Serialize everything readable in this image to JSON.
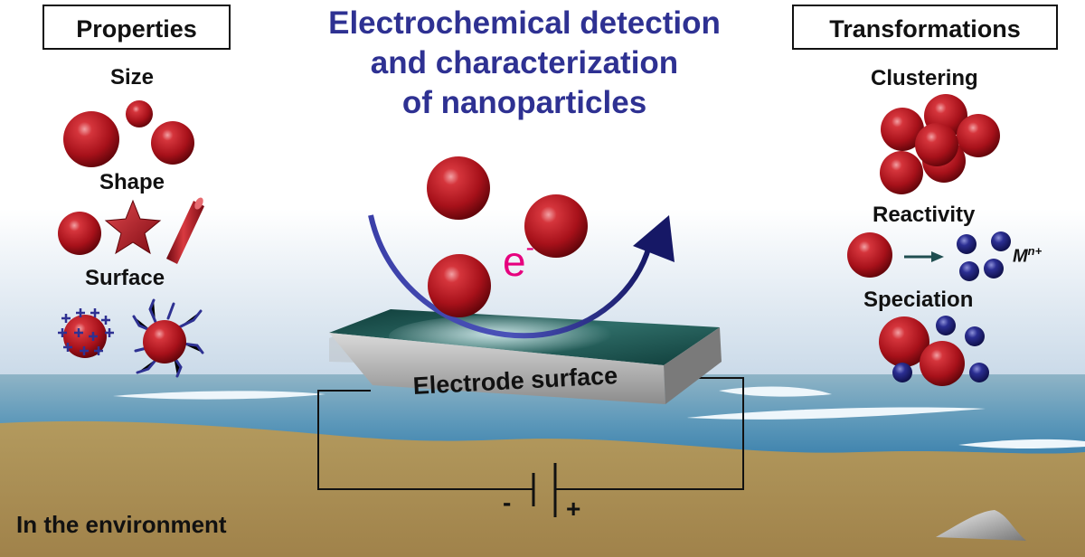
{
  "title_lines": [
    "Electrochemical detection",
    "and characterization",
    "of nanoparticles"
  ],
  "properties": {
    "header": "Properties",
    "size_label": "Size",
    "shape_label": "Shape",
    "surface_label": "Surface"
  },
  "transformations": {
    "header": "Transformations",
    "clustering_label": "Clustering",
    "reactivity_label": "Reactivity",
    "speciation_label": "Speciation",
    "ion_base": "M",
    "ion_charge": "n+"
  },
  "electrode_label": "Electrode surface",
  "electron_symbol": "e",
  "electron_charge": "-",
  "minus_terminal": "-",
  "plus_terminal": "+",
  "environment_label": "In the environment",
  "colors": {
    "title": "#2e3192",
    "nanoparticle": "#b5121b",
    "ion": "#1f1f7a",
    "electron": "#e6007e",
    "electrode_top": "#134a47",
    "water": "#4d93b8",
    "sediment": "#a88c55"
  }
}
